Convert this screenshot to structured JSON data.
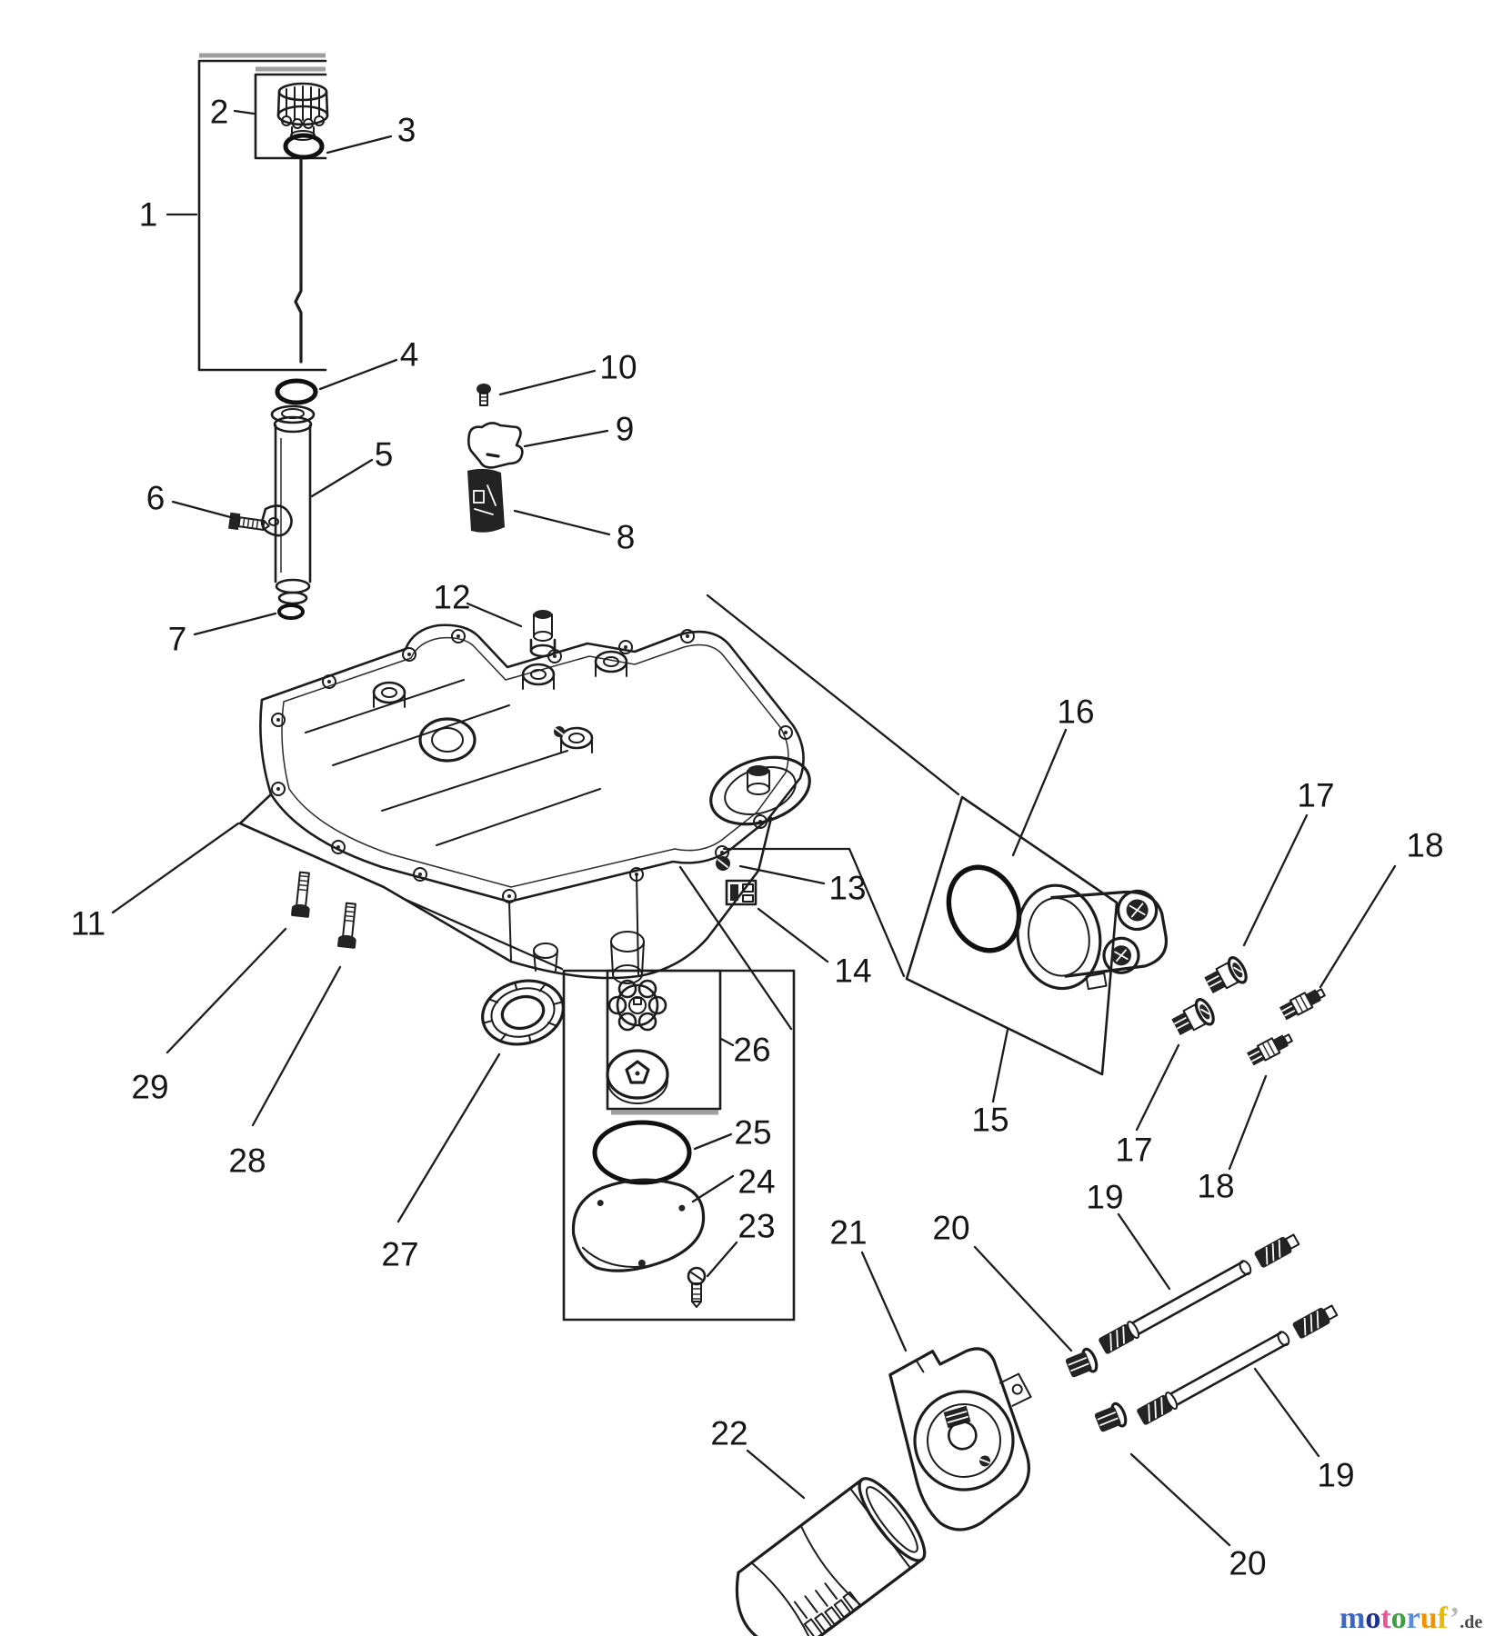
{
  "diagram": {
    "kind": "exploded-parts-diagram",
    "background_color": "#ffffff",
    "ink_color": "#1c1c1c"
  },
  "callouts": {
    "n1": "1",
    "n2": "2",
    "n3": "3",
    "n4": "4",
    "n5": "5",
    "n6": "6",
    "n7": "7",
    "n8": "8",
    "n9": "9",
    "n10": "10",
    "n11": "11",
    "n12": "12",
    "n13": "13",
    "n14": "14",
    "n15": "15",
    "n16": "16",
    "n17a": "17",
    "n17b": "17",
    "n18a": "18",
    "n18b": "18",
    "n19a": "19",
    "n19b": "19",
    "n20a": "20",
    "n20b": "20",
    "n21": "21",
    "n22": "22",
    "n23": "23",
    "n24": "24",
    "n25": "25",
    "n26": "26",
    "n27": "27",
    "n28": "28",
    "n29": "29"
  },
  "watermark": {
    "letters": [
      {
        "ch": "m",
        "color": "#3b67c4"
      },
      {
        "ch": "o",
        "color": "#1d3193"
      },
      {
        "ch": "t",
        "color": "#e8559a"
      },
      {
        "ch": "o",
        "color": "#3f9e3f"
      },
      {
        "ch": "r",
        "color": "#5b8fd4"
      },
      {
        "ch": "u",
        "color": "#f29200"
      },
      {
        "ch": "f",
        "color": "#e9b800"
      },
      {
        "ch": "’",
        "color": "#b9b9b9"
      }
    ],
    "suffix": ".de"
  }
}
